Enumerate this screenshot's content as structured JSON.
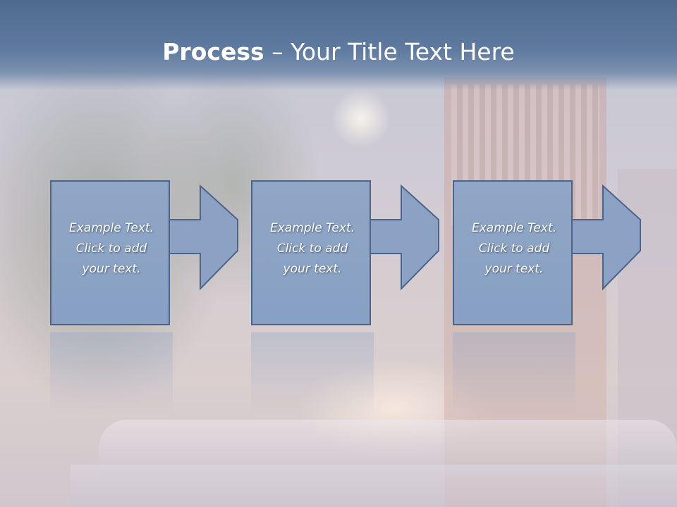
{
  "title": {
    "bold": "Process",
    "rest": " – Your Title Text Here"
  },
  "steps": [
    {
      "text": "Example Text.\nClick  to add\nyour text."
    },
    {
      "text": "Example Text.\nClick  to add\nyour text."
    },
    {
      "text": "Example Text.\nClick  to add\nyour text."
    }
  ],
  "colors": {
    "header": "#5b789e",
    "box_fill": "#8ba2c4",
    "box_border": "#4d6488",
    "text": "#ffffff"
  }
}
